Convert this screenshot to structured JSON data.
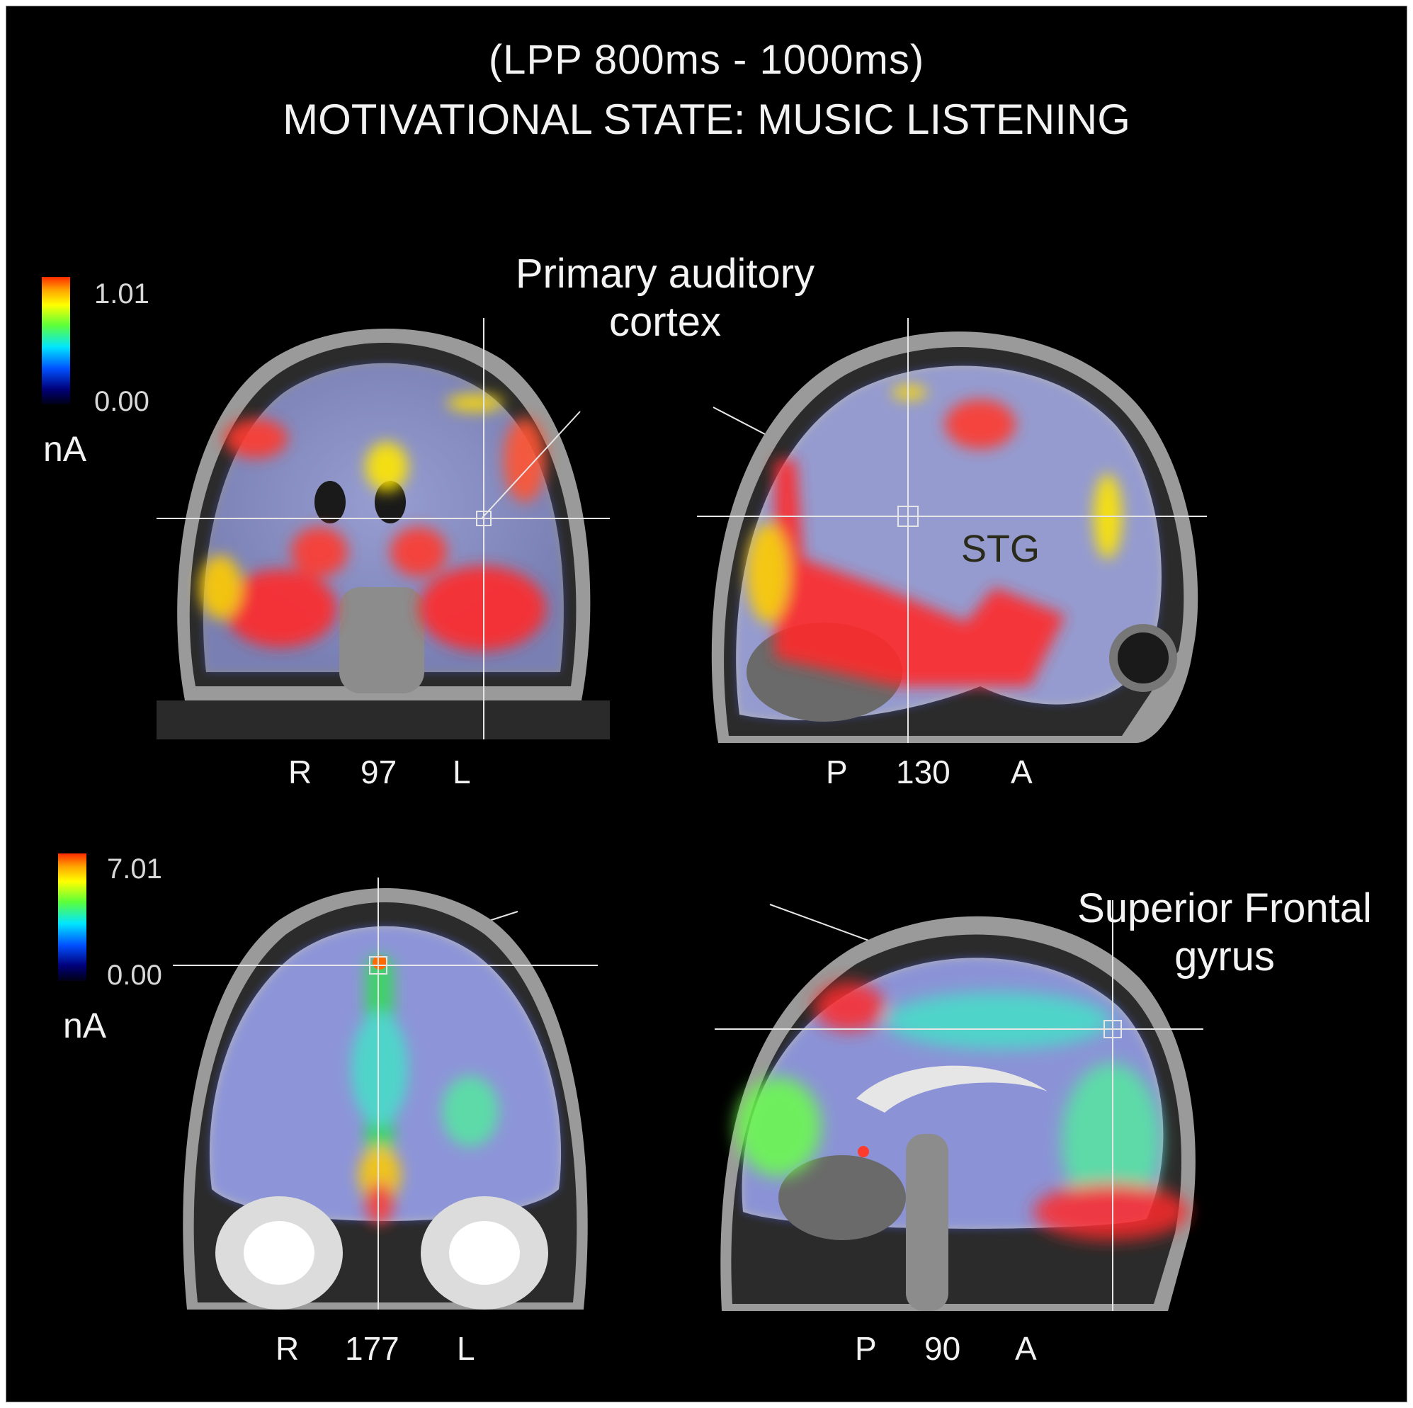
{
  "title": {
    "line1": "(LPP 800ms - 1000ms)",
    "line2": "MOTIVATIONAL STATE: MUSIC LISTENING"
  },
  "colorbars": {
    "top": {
      "max": "1.01",
      "min": "0.00",
      "unit": "nA"
    },
    "bottom": {
      "max": "7.01",
      "min": "0.00",
      "unit": "nA"
    }
  },
  "panels": {
    "top_left": {
      "view": "coronal",
      "left": "R",
      "slice": "97",
      "right": "L"
    },
    "top_right": {
      "view": "sagittal",
      "left": "P",
      "slice": "130",
      "right": "A"
    },
    "bottom_left": {
      "view": "coronal",
      "left": "R",
      "slice": "177",
      "right": "L"
    },
    "bottom_right": {
      "view": "sagittal",
      "left": "P",
      "slice": "90",
      "right": "A"
    }
  },
  "annotations": {
    "primary_auditory_1": "Primary auditory",
    "primary_auditory_2": "cortex",
    "stg": "STG",
    "sfg_1": "Superior Frontal",
    "sfg_2": "gyrus"
  },
  "colors": {
    "background": "#000000",
    "text": "#f2f2f2",
    "crosshair": "#e6e6e6"
  }
}
